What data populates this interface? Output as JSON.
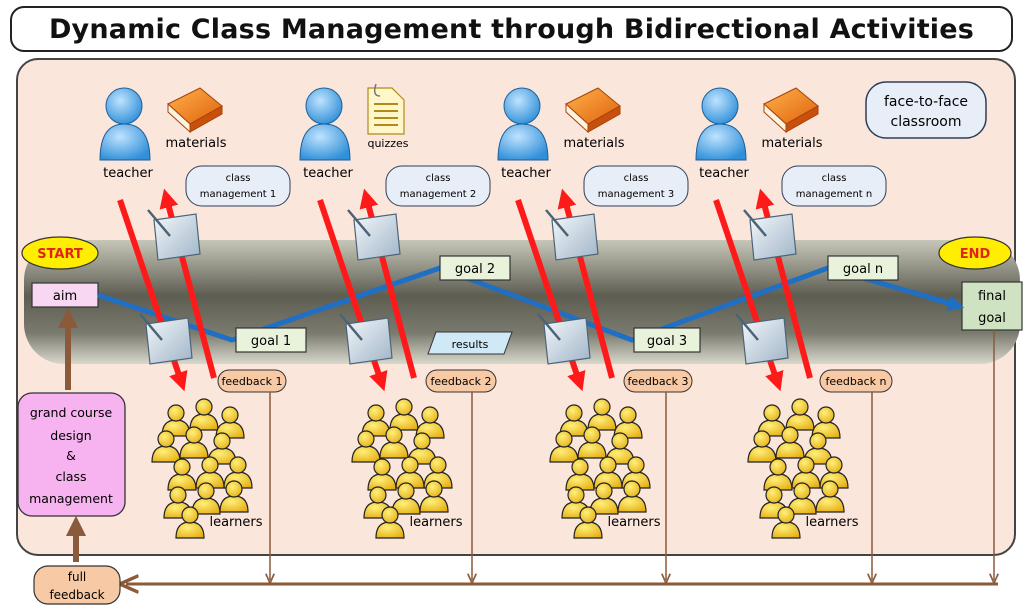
{
  "title": "Dynamic Class Management through Bidirectional Activities",
  "classroom_label_1": "face-to-face",
  "classroom_label_2": "classroom",
  "start_label": "START",
  "end_label": "END",
  "aim_label": "aim",
  "final_goal_line1": "final",
  "final_goal_line2": "goal",
  "results_label": "results",
  "columns": [
    {
      "teacher": "teacher",
      "resource": "materials",
      "cm_line1": "class",
      "cm_line2": "management 1",
      "goal": "goal 1",
      "feedback": "feedback 1",
      "learners": "learners"
    },
    {
      "teacher": "teacher",
      "resource": "quizzes",
      "cm_line1": "class",
      "cm_line2": "management 2",
      "goal": "goal 2",
      "feedback": "feedback 2",
      "learners": "learners"
    },
    {
      "teacher": "teacher",
      "resource": "materials",
      "cm_line1": "class",
      "cm_line2": "management 3",
      "goal": "goal 3",
      "feedback": "feedback 3",
      "learners": "learners"
    },
    {
      "teacher": "teacher",
      "resource": "materials",
      "cm_line1": "class",
      "cm_line2": "management n",
      "goal": "goal n",
      "feedback": "feedback n",
      "learners": "learners"
    }
  ],
  "design_box": [
    "grand course",
    "design",
    "&",
    "class",
    "management"
  ],
  "full_feedback": [
    "full",
    "feedback"
  ],
  "colors": {
    "panel_bg": "#fbe6dc",
    "red_arrow": "#ff1a1a",
    "blue_arrow": "#1f6fc4",
    "brown_arrow": "#8a5a3a",
    "goal_box": "#e9f3dc",
    "start_end": "#ffee00",
    "design_box": "#f6b3f0",
    "feedback_box": "#f7c9a4",
    "learner_yellow": "#f3c317"
  }
}
